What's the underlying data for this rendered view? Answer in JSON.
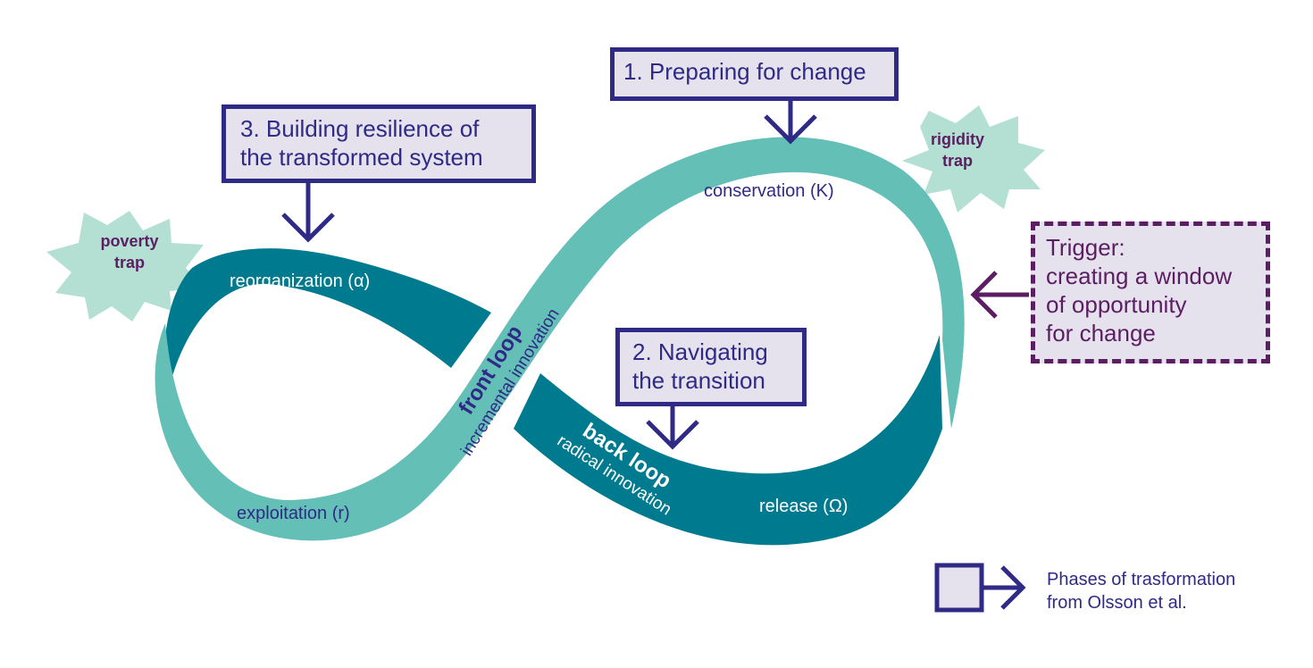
{
  "phases": {
    "preparing": "1. Preparing for change",
    "navigating_line1": "2. Navigating",
    "navigating_line2": "the transition",
    "building_line1": "3. Building resilience of",
    "building_line2": "the transformed system"
  },
  "trigger": {
    "line1": "Trigger:",
    "line2": "creating a window",
    "line3": "of opportunity",
    "line4": "for change"
  },
  "traps": {
    "poverty_line1": "poverty",
    "poverty_line2": "trap",
    "rigidity_line1": "rigidity",
    "rigidity_line2": "trap"
  },
  "stages": {
    "conservation": "conservation (K)",
    "reorganization": "reorganization (α)",
    "exploitation": "exploitation (r)",
    "release": "release (Ω)"
  },
  "loops": {
    "front_title": "front loop",
    "front_sub": "incremental innovation",
    "back_title": "back loop",
    "back_sub": "radical innovation"
  },
  "legend": {
    "line1": "Phases of trasformation",
    "line2": "from Olsson et al."
  },
  "colors": {
    "light_teal": "#64bfb6",
    "dark_teal": "#007a8e",
    "navy": "#2e2a86",
    "plum": "#5c1e63",
    "box_fill": "#e5e2ee",
    "trap_fill": "#b3e0d3"
  }
}
